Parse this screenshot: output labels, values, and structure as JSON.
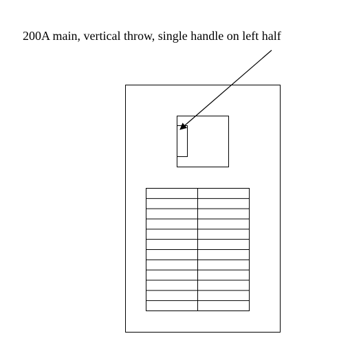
{
  "annotation": {
    "text": "200A main, vertical throw, single handle on left half"
  },
  "panel": {
    "breaker_rows_per_column": 12,
    "breaker_columns": 2
  },
  "colors": {
    "stroke": "#000000",
    "background": "#ffffff"
  }
}
